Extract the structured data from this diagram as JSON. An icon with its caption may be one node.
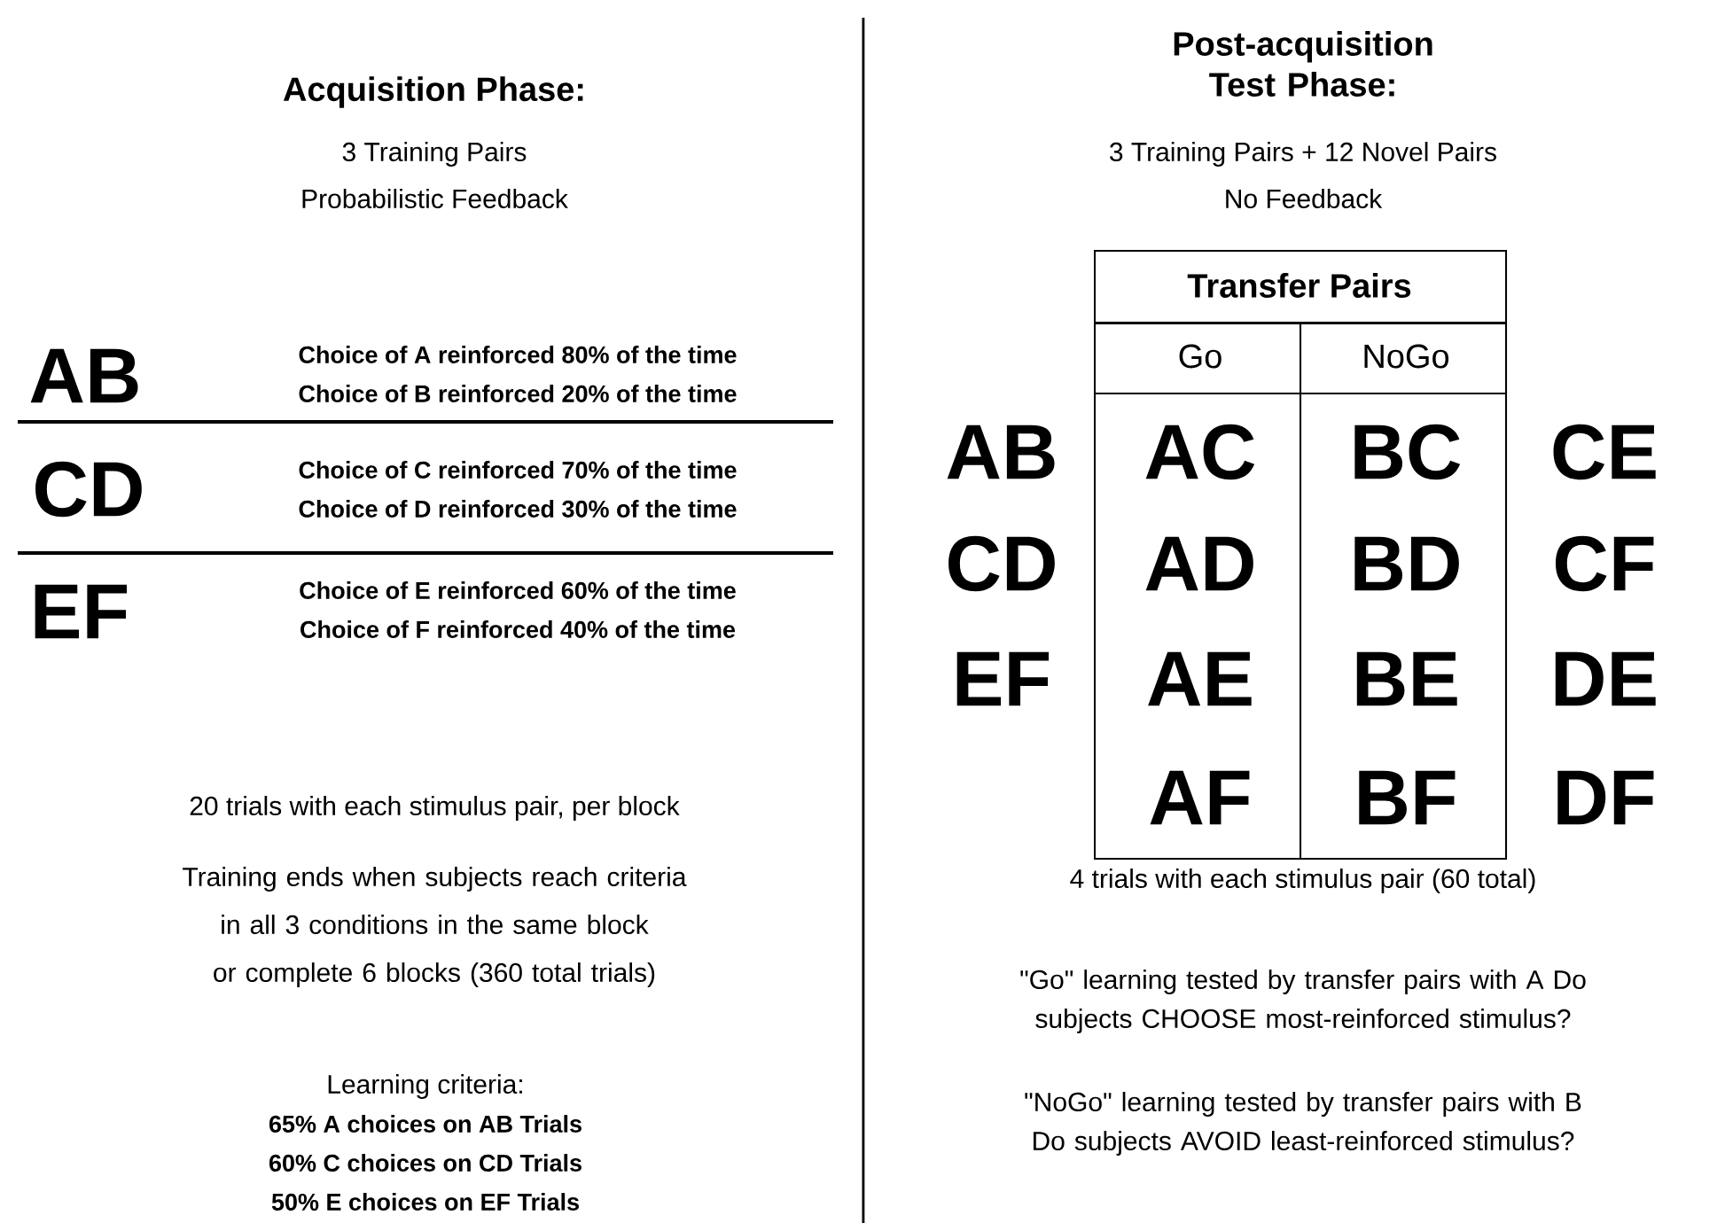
{
  "diagram": {
    "nodes": [
      {
        "text": [
          "Transfer Pairs"
        ]
      },
      {
        "text": [
          "Go",
          "AC",
          "AD",
          "AE",
          "AF"
        ],
        "in": 0
      },
      {
        "text": [
          "NoGo",
          "BC",
          "BD",
          "BE",
          "BF"
        ],
        "in": 0
      }
    ],
    "edges": [],
    "labels": [
      "Acquisition Phase:",
      "3 Training Pairs",
      "Probabilistic Feedback",
      "AB",
      "Choice of A reinforced 80% of the time",
      "Choice of B reinforced 20% of the time",
      "CD",
      "Choice of C reinforced 70% of the time",
      "Choice of D reinforced 30% of the time",
      "EF",
      "Choice of E reinforced 60% of the time",
      "Choice of F reinforced 40% of the time",
      "20 trials with each stimulus pair, per block",
      "Training ends when subjects reach criteria in all 3 conditions in the same block or complete 6 blocks (360 total trials)",
      "Learning criteria:",
      "65% A choices on AB Trials",
      "60% C choices on CD Trials",
      "50% E choices on EF Trials",
      "Post-acquisition Test Phase:",
      "3 Training Pairs + 12 Novel Pairs",
      "No Feedback",
      "AB",
      "CD",
      "EF",
      "CE",
      "CF",
      "DE",
      "DF",
      "4 trials with each stimulus pair (60 total)",
      "\"Go\" learning tested by transfer pairs with A Do subjects CHOOSE most-reinforced stimulus?",
      "\"NoGo\" learning tested by transfer pairs with B Do subjects AVOID least-reinforced stimulus?"
    ]
  }
}
